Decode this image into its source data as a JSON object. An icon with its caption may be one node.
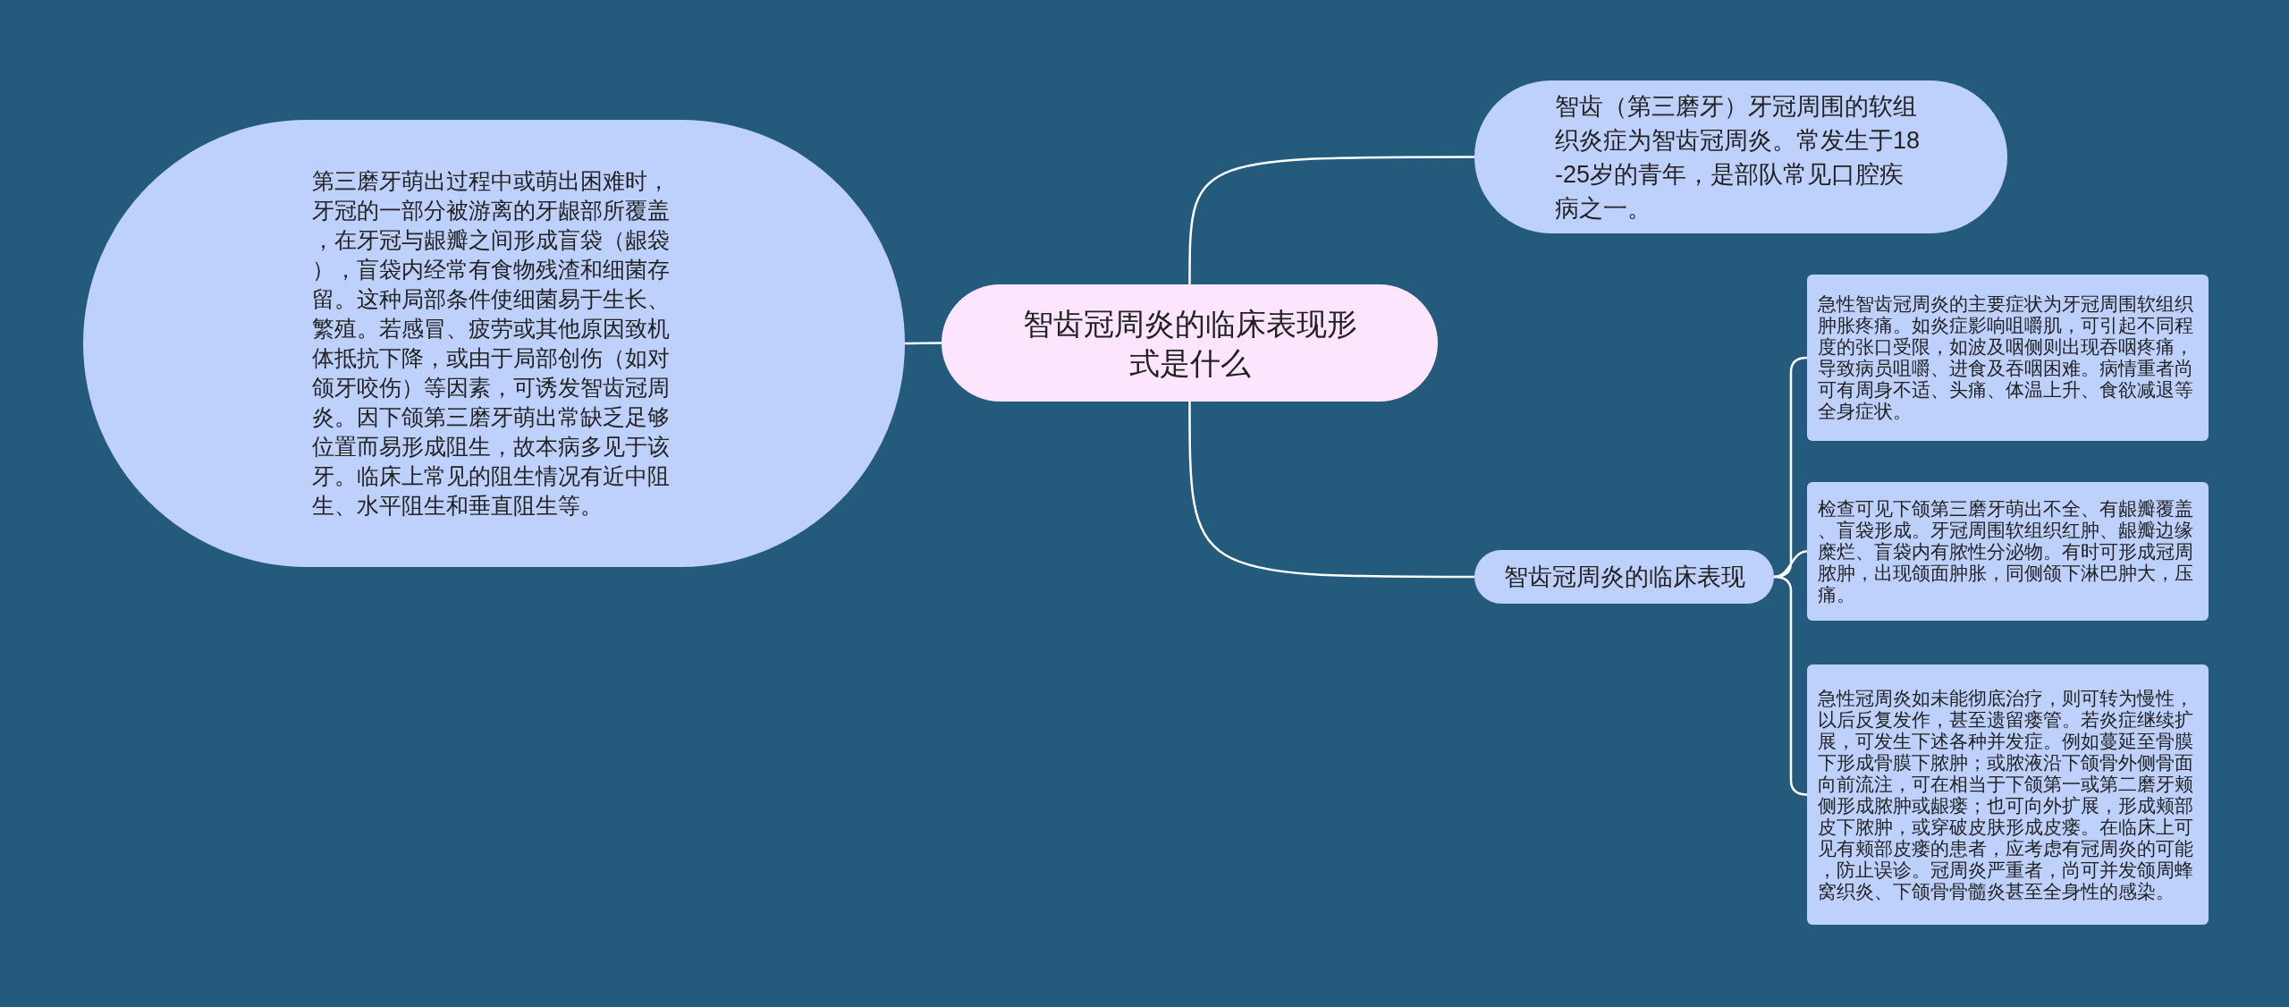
{
  "diagram": {
    "nodes": [
      {
        "text": [
          "智齿冠周炎的临床表现形式是什么"
        ]
      },
      {
        "text": [
          "第三磨牙萌出过程中或萌出困难时，牙冠的一部分被游离的牙龈部所覆盖，在牙冠与龈瓣之间形成盲袋（龈袋），盲袋内经常有食物残渣和细菌存留。这种局部条件使细菌易于生长、繁殖。若感冒、疲劳或其他原因致机体抵抗下降，或由于局部创伤（如对颌牙咬伤）等因素，可诱发智齿冠周炎。因下颌第三磨牙萌出常缺乏足够位置而易形成阻生，故本病多见于该牙。临床上常见的阻生情况有近中阻生、水平阻生和垂直阻生等。"
        ]
      },
      {
        "text": [
          "智齿（第三磨牙）牙冠周围的软组织炎症为智齿冠周炎。常发生于18-25岁的青年，是部队常见口腔疾病之一。"
        ]
      },
      {
        "text": [
          "智齿冠周炎的临床表现"
        ]
      },
      {
        "text": [
          "急性智齿冠周炎的主要症状为牙冠周围软组织肿胀疼痛。如炎症影响咀嚼肌，可引起不同程度的张口受限，如波及咽侧则出现吞咽疼痛，导致病员咀嚼、进食及吞咽困难。病情重者尚可有周身不适、头痛、体温上升、食欲减退等全身症状。"
        ]
      },
      {
        "text": [
          "检查可见下颌第三磨牙萌出不全、有龈瓣覆盖、盲袋形成。牙冠周围软组织红肿、龈瓣边缘糜烂、盲袋内有脓性分泌物。有时可形成冠周脓肿，出现颌面肿胀，同侧颌下淋巴肿大，压痛。"
        ]
      },
      {
        "text": [
          "急性冠周炎如未能彻底治疗，则可转为慢性，以后反复发作，甚至遗留瘘管。若炎症继续扩展，可发生下述各种并发症。例如蔓延至骨膜下形成骨膜下脓肿；或脓液沿下颌骨外侧骨面向前流注，可在相当于下颌第一或第二磨牙颊侧形成脓肿或龈瘘；也可向外扩展，形成颊部皮下脓肿，或穿破皮肤形成皮瘘。在临床上可见有颊部皮瘘的患者，应考虑有冠周炎的可能，防止误诊。冠周炎严重者，尚可并发颌周蜂窝织炎、下颌骨骨髓炎甚至全身性的感染。"
        ]
      }
    ],
    "edges": [
      {
        "from": 0,
        "to": 1,
        "arrow": "none"
      },
      {
        "from": 0,
        "to": 2,
        "arrow": "none"
      },
      {
        "from": 0,
        "to": 3,
        "arrow": "none"
      },
      {
        "from": 3,
        "to": 4,
        "arrow": "none"
      },
      {
        "from": 3,
        "to": 5,
        "arrow": "none"
      },
      {
        "from": 3,
        "to": 6,
        "arrow": "none"
      }
    ]
  }
}
